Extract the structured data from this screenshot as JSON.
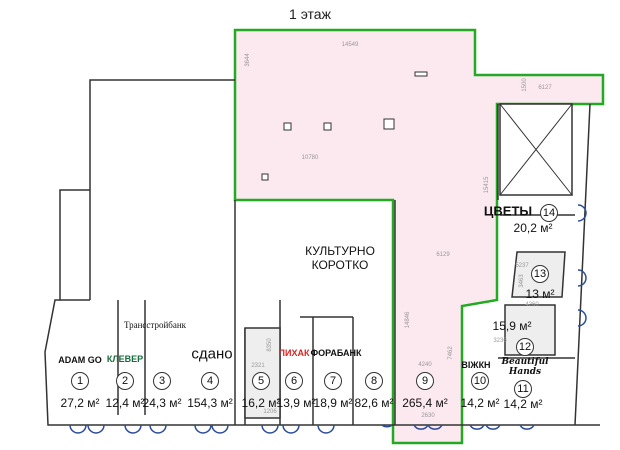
{
  "title": "1 этаж",
  "colors": {
    "highlight_fill": "#fce8ef",
    "highlight_stroke": "#22aa22",
    "door": "#2a4a9a",
    "wall": "#333333"
  },
  "rooms": [
    {
      "number": "1",
      "area": "27,2 м²",
      "tenant": "ADAM GO"
    },
    {
      "number": "2",
      "area": "12,4 м²",
      "tenant": "КЛЕВЕР"
    },
    {
      "number": "3",
      "area": "24,3 м²",
      "tenant": "Трансстройбанк"
    },
    {
      "number": "4",
      "area": "154,3 м²",
      "tenant": "сдано"
    },
    {
      "number": "5",
      "area": "16,2 м²",
      "tenant": ""
    },
    {
      "number": "6",
      "area": "13,9 м²",
      "tenant": "ПИХАК"
    },
    {
      "number": "7",
      "area": "18,9 м²",
      "tenant": "ФОРАБАНК"
    },
    {
      "number": "8",
      "area": "82,6 м²",
      "tenant": "КУЛЬТУРНО КОРОТКО"
    },
    {
      "number": "9",
      "area": "265,4 м²",
      "tenant": ""
    },
    {
      "number": "10",
      "area": "14,2 м²",
      "tenant": "ВIЖКН"
    },
    {
      "number": "11",
      "area": "14,2 м²",
      "tenant": "Beautiful Hands"
    },
    {
      "number": "12",
      "area": "15,9 м²",
      "tenant": ""
    },
    {
      "number": "13",
      "area": "13 м²",
      "tenant": ""
    },
    {
      "number": "14",
      "area": "20,2 м²",
      "tenant": "ЦВЕТЫ"
    }
  ],
  "dimensions": [
    "14549",
    "3644",
    "10780",
    "6127",
    "1500",
    "15415",
    "6129",
    "14846",
    "7462",
    "4240",
    "2630",
    "2321",
    "1206",
    "8350",
    "5237",
    "3463",
    "4260",
    "3236"
  ]
}
